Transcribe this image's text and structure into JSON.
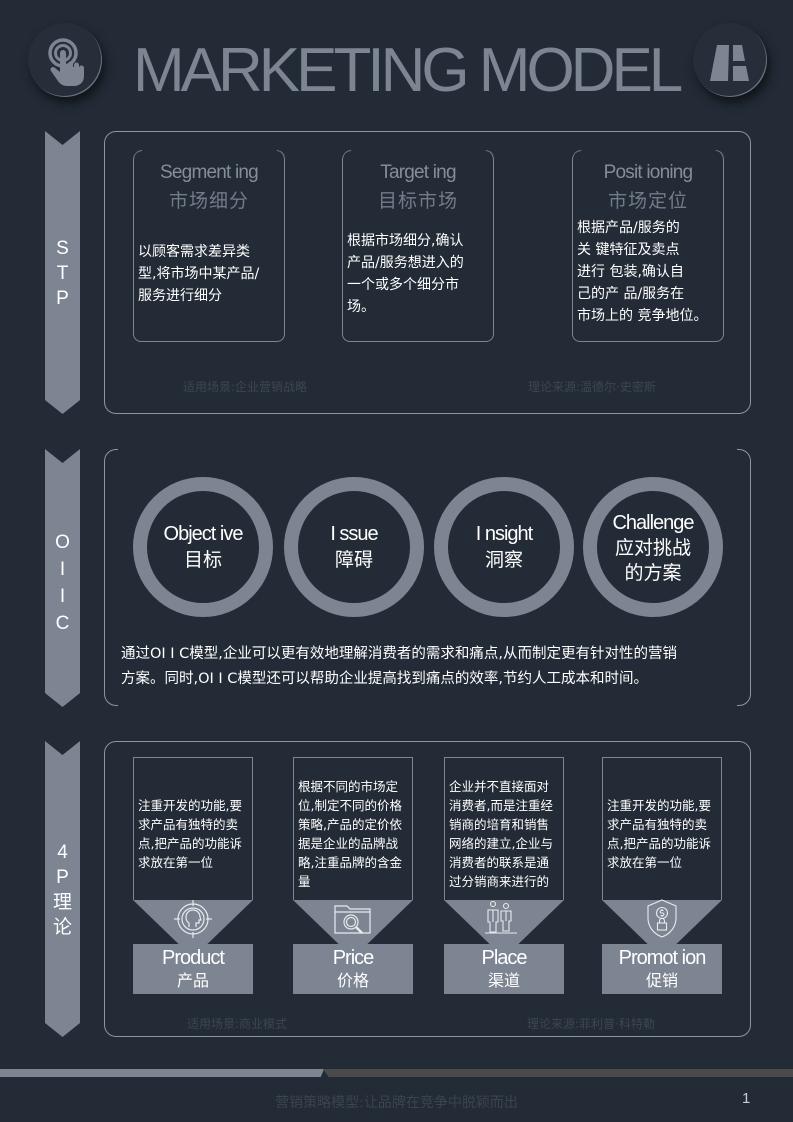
{
  "header": {
    "title": "MARKETING MODEL",
    "left_icon": "tap-hand-icon",
    "right_icon": "logo-icon"
  },
  "colors": {
    "background": "#222b36",
    "accent": "#7d8593",
    "text": "#ffffff",
    "faint_text": "#3d4653",
    "footer_bar_dark": "#4b4a4b"
  },
  "stp": {
    "side_label": [
      "S",
      "T",
      "P"
    ],
    "cards": [
      {
        "en": "Segment ing",
        "cn": "市场细分",
        "body": [
          "以顾客需求差异类",
          "型,将市场中某产品/",
          "服务进行细分"
        ]
      },
      {
        "en": "Target ing",
        "cn": "目标市场",
        "body": [
          "根据市场细分,确认",
          "产品/服务想进入的",
          "一个或多个细分市",
          "场。"
        ]
      },
      {
        "en": "Posit ioning",
        "cn": "市场定位",
        "body": [
          "根据产品/服务的",
          "关 键特征及卖点",
          "进行 包装,确认自",
          "己的产 品/服务在",
          "市场上的 竞争地位。"
        ]
      }
    ],
    "scene": "适用场景:企业营销战略",
    "source": "理论来源:温德尔·史密斯"
  },
  "oiic": {
    "side_label": [
      "O",
      "I",
      "I",
      "C"
    ],
    "circles": [
      {
        "en": "Object ive",
        "cn": [
          "目标"
        ]
      },
      {
        "en": "I ssue",
        "cn": [
          "障碍"
        ]
      },
      {
        "en": "I nsight",
        "cn": [
          "洞察"
        ]
      },
      {
        "en": "Challenge",
        "cn": [
          "应对挑战",
          "的方案"
        ]
      }
    ],
    "description": [
      "通过OI I C模型,企业可以更有效地理解消费者的需求和痛点,从而制定更有针对性的营销",
      "方案。同时,OI I C模型还可以帮助企业提高找到痛点的效率,节约人工成本和时间。"
    ]
  },
  "fourp": {
    "side_label": [
      "4",
      "P",
      "理",
      "论"
    ],
    "cards": [
      {
        "en": "Product",
        "cn": "产品",
        "icon": "target-head-icon",
        "body": [
          "注重开发的功能,要",
          "求产品有独特的卖",
          "点,把产品的功能诉",
          "求放在第一位"
        ]
      },
      {
        "en": "Price",
        "cn": "价格",
        "icon": "folder-search-icon",
        "body": [
          "根据不同的市场定",
          "位,制定不同的价格",
          "策略,产品的定价依",
          "据是企业的品牌战",
          "略,注重品牌的含金",
          "量"
        ]
      },
      {
        "en": "Place",
        "cn": "渠道",
        "icon": "business-people-icon",
        "body": [
          "企业并不直接面对",
          "消费者,而是注重经",
          "销商的培育和销售",
          "网络的建立,企业与",
          "消费者的联系是通",
          "过分销商来进行的"
        ]
      },
      {
        "en": "Promot ion",
        "cn": "促销",
        "icon": "shield-dollar-lock-icon",
        "body": [
          "注重开发的功能,要",
          "求产品有独特的卖",
          "点,把产品的功能诉",
          "求放在第一位"
        ]
      }
    ],
    "scene": "适用场景:商业模式",
    "source": "理论来源:菲利普·科特勒"
  },
  "footer": {
    "tagline": "营销策略模型:让品牌在竞争中脱颖而出",
    "page_number": "1"
  }
}
